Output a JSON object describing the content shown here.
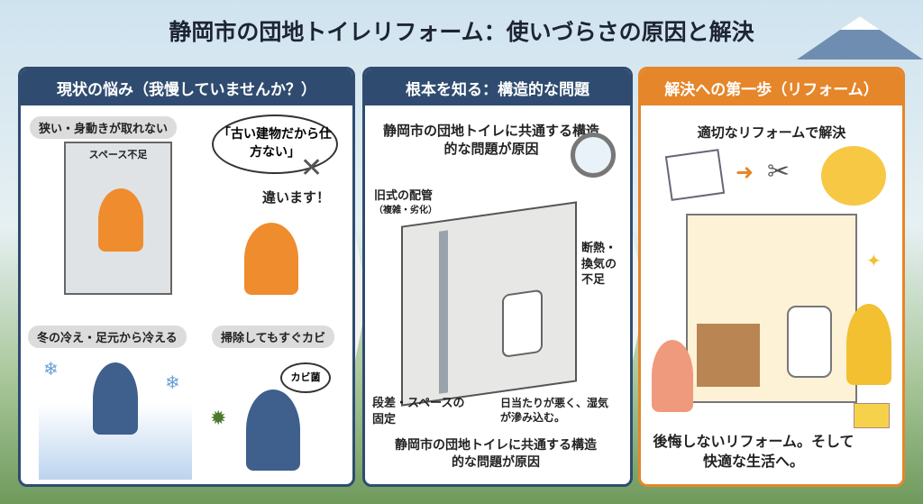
{
  "title": "静岡市の団地トイレリフォーム：使いづらさの原因と解決",
  "panel1": {
    "header": "現状の悩み（我慢していませんか？）",
    "label_narrow": "狭い・身動きが取れない",
    "space_label": "スペース不足",
    "bubble": "「古い建物だから仕方ない」",
    "denial": "違います！",
    "label_cold": "冬の冷え・足元から冷える",
    "label_mold": "掃除してもすぐカビ",
    "mold_badge": "カビ菌"
  },
  "panel2": {
    "header": "根本を知る：構造的な問題",
    "intro": "静岡市の団地トイレに共通する構造的な問題が原因",
    "pipes": "旧式の配管",
    "pipes_sub": "（複雑・劣化）",
    "insulation": "断熱・換気の不足",
    "step": "段差・スペースの固定",
    "humidity": "日当たりが悪く、湿気が滲み込む。",
    "summary": "静岡市の団地トイレに共通する構造的な問題が原因"
  },
  "panel3": {
    "header": "解決への第一歩（リフォーム）",
    "intro": "適切なリフォームで解決",
    "closing": "後悔しないリフォーム。そして快適な生活へ。"
  },
  "colors": {
    "navy": "#2f4c70",
    "orange": "#e5862a"
  }
}
